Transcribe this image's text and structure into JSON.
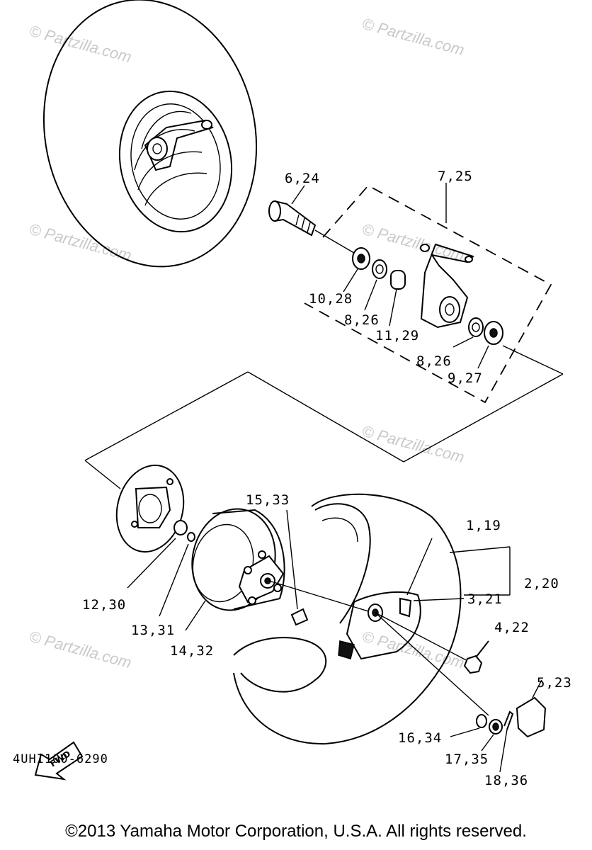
{
  "watermark_text": "© Partzilla.com",
  "diagram_code": "4UHI100-6290",
  "copyright": "©2013 Yamaha Motor Corporation, U.S.A. All rights reserved.",
  "fwd_label": "FWD",
  "callouts": {
    "c6_24": "6,24",
    "c7_25": "7,25",
    "c10_28": "10,28",
    "c8_26a": "8,26",
    "c11_29": "11,29",
    "c8_26b": "8,26",
    "c9_27": "9,27",
    "c15_33": "15,33",
    "c1_19": "1,19",
    "c2_20": "2,20",
    "c3_21": "3,21",
    "c12_30": "12,30",
    "c13_31": "13,31",
    "c14_32": "14,32",
    "c4_22": "4,22",
    "c5_23": "5,23",
    "c16_34": "16,34",
    "c17_35": "17,35",
    "c18_36": "18,36"
  }
}
